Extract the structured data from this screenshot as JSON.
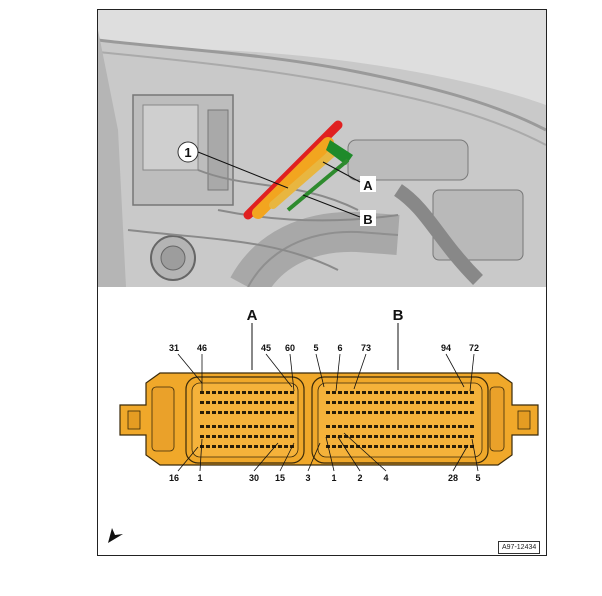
{
  "photo": {
    "callout_1": "1",
    "callout_a": "A",
    "callout_b": "B"
  },
  "connector": {
    "label_a": "A",
    "label_b": "B",
    "top_pins": [
      "31",
      "46",
      "45",
      "60",
      "5",
      "6",
      "73",
      "94",
      "72"
    ],
    "bottom_pins": [
      "16",
      "1",
      "30",
      "15",
      "3",
      "1",
      "2",
      "4",
      "28",
      "5"
    ],
    "body_color": "#F0A82A"
  },
  "reference_code": "A97-12434"
}
